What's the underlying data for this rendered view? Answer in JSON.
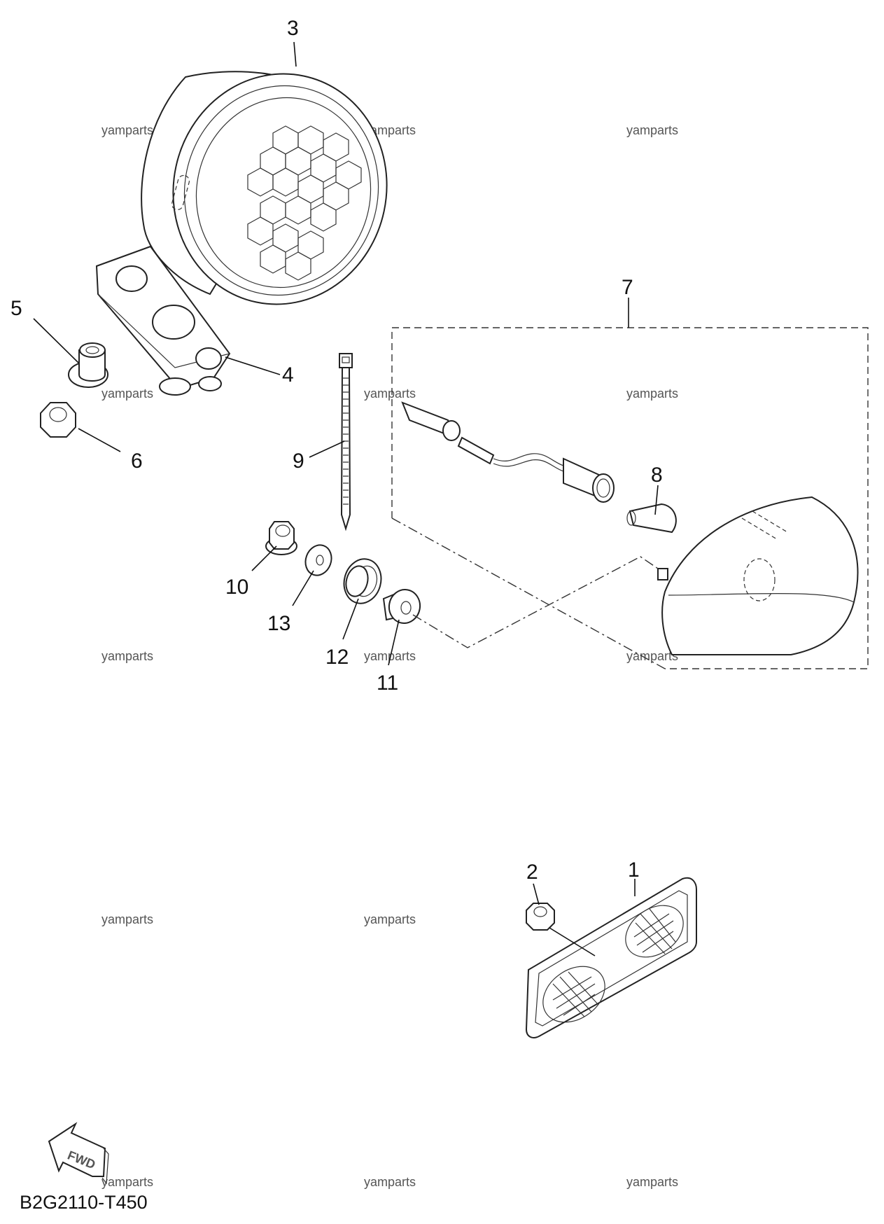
{
  "diagram": {
    "code": "B2G2110-T450",
    "fwd_label": "FWD",
    "watermark": "yamparts",
    "callouts": [
      "1",
      "2",
      "3",
      "4",
      "5",
      "6",
      "7",
      "8",
      "9",
      "10",
      "11",
      "12",
      "13"
    ]
  }
}
